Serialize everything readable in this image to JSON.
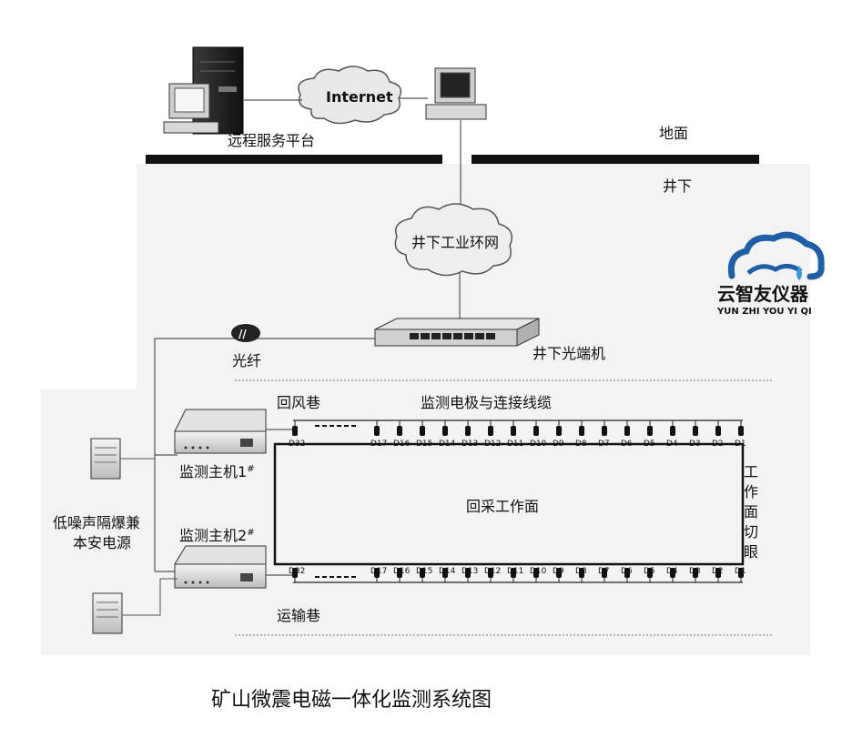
{
  "labels": {
    "internet": "Internet",
    "remote_platform": "远程服务平台",
    "surface": "地面",
    "underground": "井下",
    "ring_network": "井下工业环网",
    "fiber": "光纤",
    "optical_terminal": "井下光端机",
    "return_air_roadway": "回风巷",
    "electrodes_cables": "监测电极与连接线缆",
    "host1": "监测主机1",
    "host1_sup": "#",
    "host2": "监测主机2",
    "host2_sup": "#",
    "power_supply_line1": "低噪声隔爆兼",
    "power_supply_line2": "本安电源",
    "working_face": "回采工作面",
    "face_cut": "工作面切眼",
    "haulage_roadway": "运输巷",
    "caption": "矿山微震电磁一体化监测系统图"
  },
  "brand": {
    "name": "云智友仪器",
    "pinyin": "YUN ZHI YOU YI QI",
    "color": "#1f5fa8"
  },
  "electrodes_top": [
    "D32",
    "D17",
    "D16",
    "D15",
    "D14",
    "D13",
    "D12",
    "D11",
    "D10",
    "D9",
    "D8",
    "D7",
    "D6",
    "D5",
    "D4",
    "D3",
    "D2",
    "D1"
  ],
  "electrodes_bottom": [
    "D32",
    "D17",
    "D16",
    "D15",
    "D14",
    "D13",
    "D12",
    "D11",
    "D10",
    "D9",
    "D8",
    "D7",
    "D6",
    "D5",
    "D4",
    "D3",
    "D2",
    "D1"
  ],
  "fiber_icon_text": "//"
}
